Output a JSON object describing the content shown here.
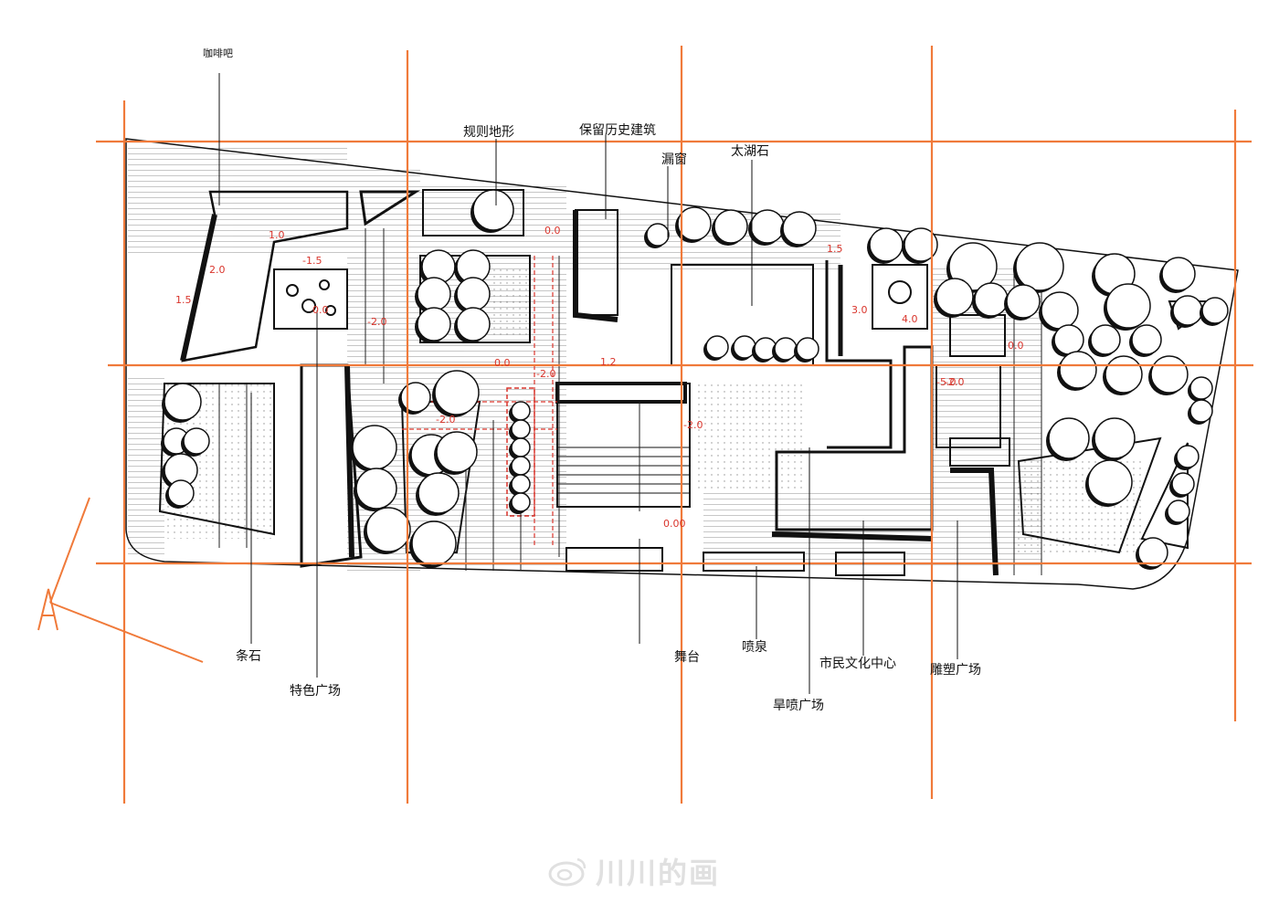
{
  "labels": [
    {
      "id": "kafeiba",
      "text": "咖啡吧"
    },
    {
      "id": "guize",
      "text": "规则地形"
    },
    {
      "id": "baoliu",
      "text": "保留历史建筑"
    },
    {
      "id": "louchuang",
      "text": "漏窗"
    },
    {
      "id": "taihushi",
      "text": "太湖石"
    },
    {
      "id": "tiaoshi",
      "text": "条石"
    },
    {
      "id": "tese",
      "text": "特色广场"
    },
    {
      "id": "wutai",
      "text": "舞台"
    },
    {
      "id": "penquan",
      "text": "喷泉"
    },
    {
      "id": "shimin",
      "text": "市民文化中心"
    },
    {
      "id": "hanpen",
      "text": "旱喷广场"
    },
    {
      "id": "diaosu",
      "text": "雕塑广场"
    }
  ],
  "elevations": [
    "2.0",
    "1.0",
    "-1.5",
    "0.0",
    "-2.0",
    "0.0",
    "0.0",
    "-2.0",
    "1.2",
    "-2.0",
    "-2.0",
    "-2.0",
    "0.00",
    "3.0",
    "4.0",
    "-5.0",
    "1.5",
    "0.0",
    "1.5"
  ],
  "north_arrow": {
    "letter": "A"
  },
  "watermark": {
    "text": "川川的画"
  },
  "colors": {
    "grid": "#f07a3a",
    "ink": "#111111",
    "elev": "#d9342b"
  }
}
